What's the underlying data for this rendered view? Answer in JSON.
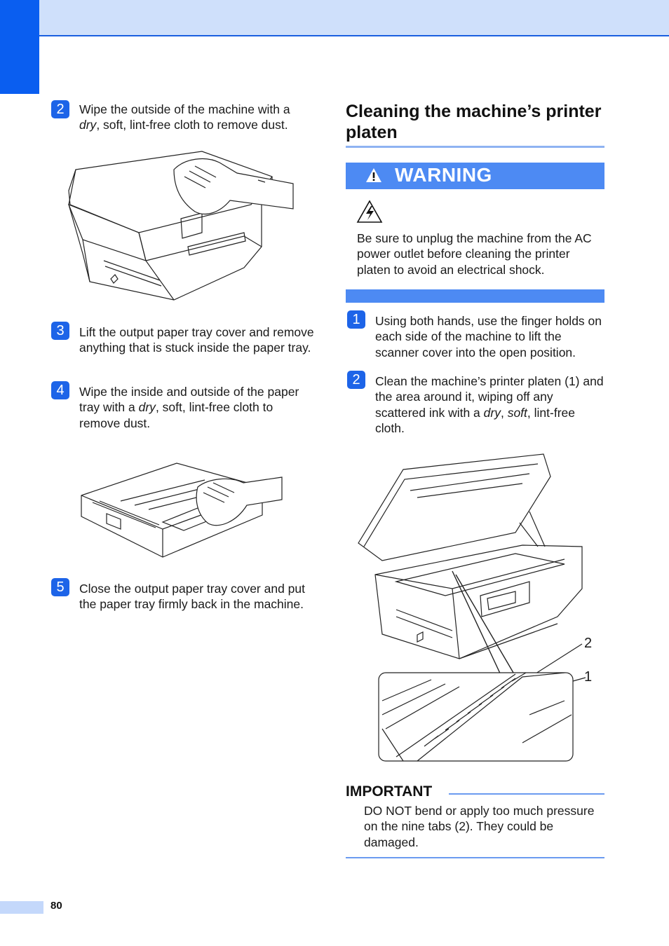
{
  "page_number": "80",
  "left_steps": [
    {
      "num": "2",
      "parts": [
        "Wipe the outside of the machine with a ",
        "dry",
        ", soft, lint-free cloth to remove dust."
      ]
    },
    {
      "num": "3",
      "text": "Lift the output paper tray cover and remove anything that is stuck inside the paper tray."
    },
    {
      "num": "4",
      "parts": [
        "Wipe the inside and outside of the paper tray with a ",
        "dry",
        ", soft, lint-free cloth to remove dust."
      ]
    },
    {
      "num": "5",
      "text": "Close the output paper tray cover and put the paper tray firmly back in the machine."
    }
  ],
  "section_title": "Cleaning the machine’s printer platen",
  "warning": {
    "label": "WARNING",
    "text": "Be sure to unplug the machine from the AC power outlet before cleaning the printer platen to avoid an electrical shock."
  },
  "right_steps": [
    {
      "num": "1",
      "text": "Using both hands, use the finger holds on each side of the machine to lift the scanner cover into the open position."
    },
    {
      "num": "2",
      "parts": [
        "Clean the machine’s printer platen (1) and the area around it, wiping off any scattered ink with a ",
        "dry",
        ", ",
        "soft",
        ", lint-free cloth."
      ]
    }
  ],
  "callouts": {
    "label_2": "2",
    "label_1": "1"
  },
  "important": {
    "title": "IMPORTANT",
    "text": "DO NOT bend or apply too much pressure on the nine tabs (2). They could be damaged."
  },
  "colors": {
    "accent": "#1d64e8",
    "band": "#cfe0fb",
    "warning_bar": "#4d8af3"
  },
  "icons": [
    "warning-triangle-icon",
    "electrical-shock-icon"
  ]
}
